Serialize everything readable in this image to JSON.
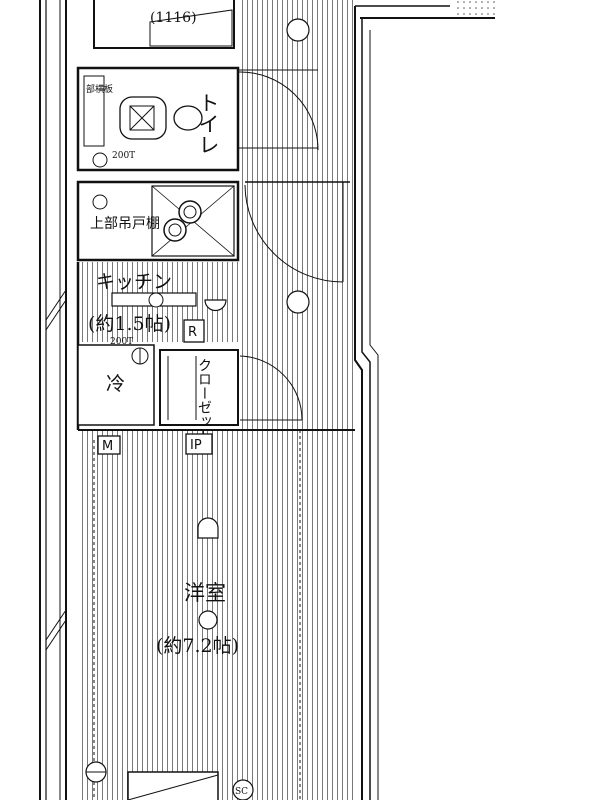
{
  "rooms": {
    "top_label": "(1116)",
    "toilet": "トイレ",
    "washroom_sign": "部横板",
    "bath_label": "上部吊戸棚",
    "kitchen": "キッチン",
    "kitchen_size": "(約1.5帖)",
    "fridge": "冷",
    "closet": "クローゼット",
    "western_room": "洋室",
    "western_room_size": "(約7.2帖)"
  },
  "symbols": {
    "breaker": "R",
    "meter": "M",
    "ip": "IP",
    "sc": "SC",
    "small_a": "200T",
    "small_b": "200T"
  },
  "colors": {
    "line": "#111111",
    "hatch": "#6a6a6a",
    "fill": "#ffffff"
  }
}
